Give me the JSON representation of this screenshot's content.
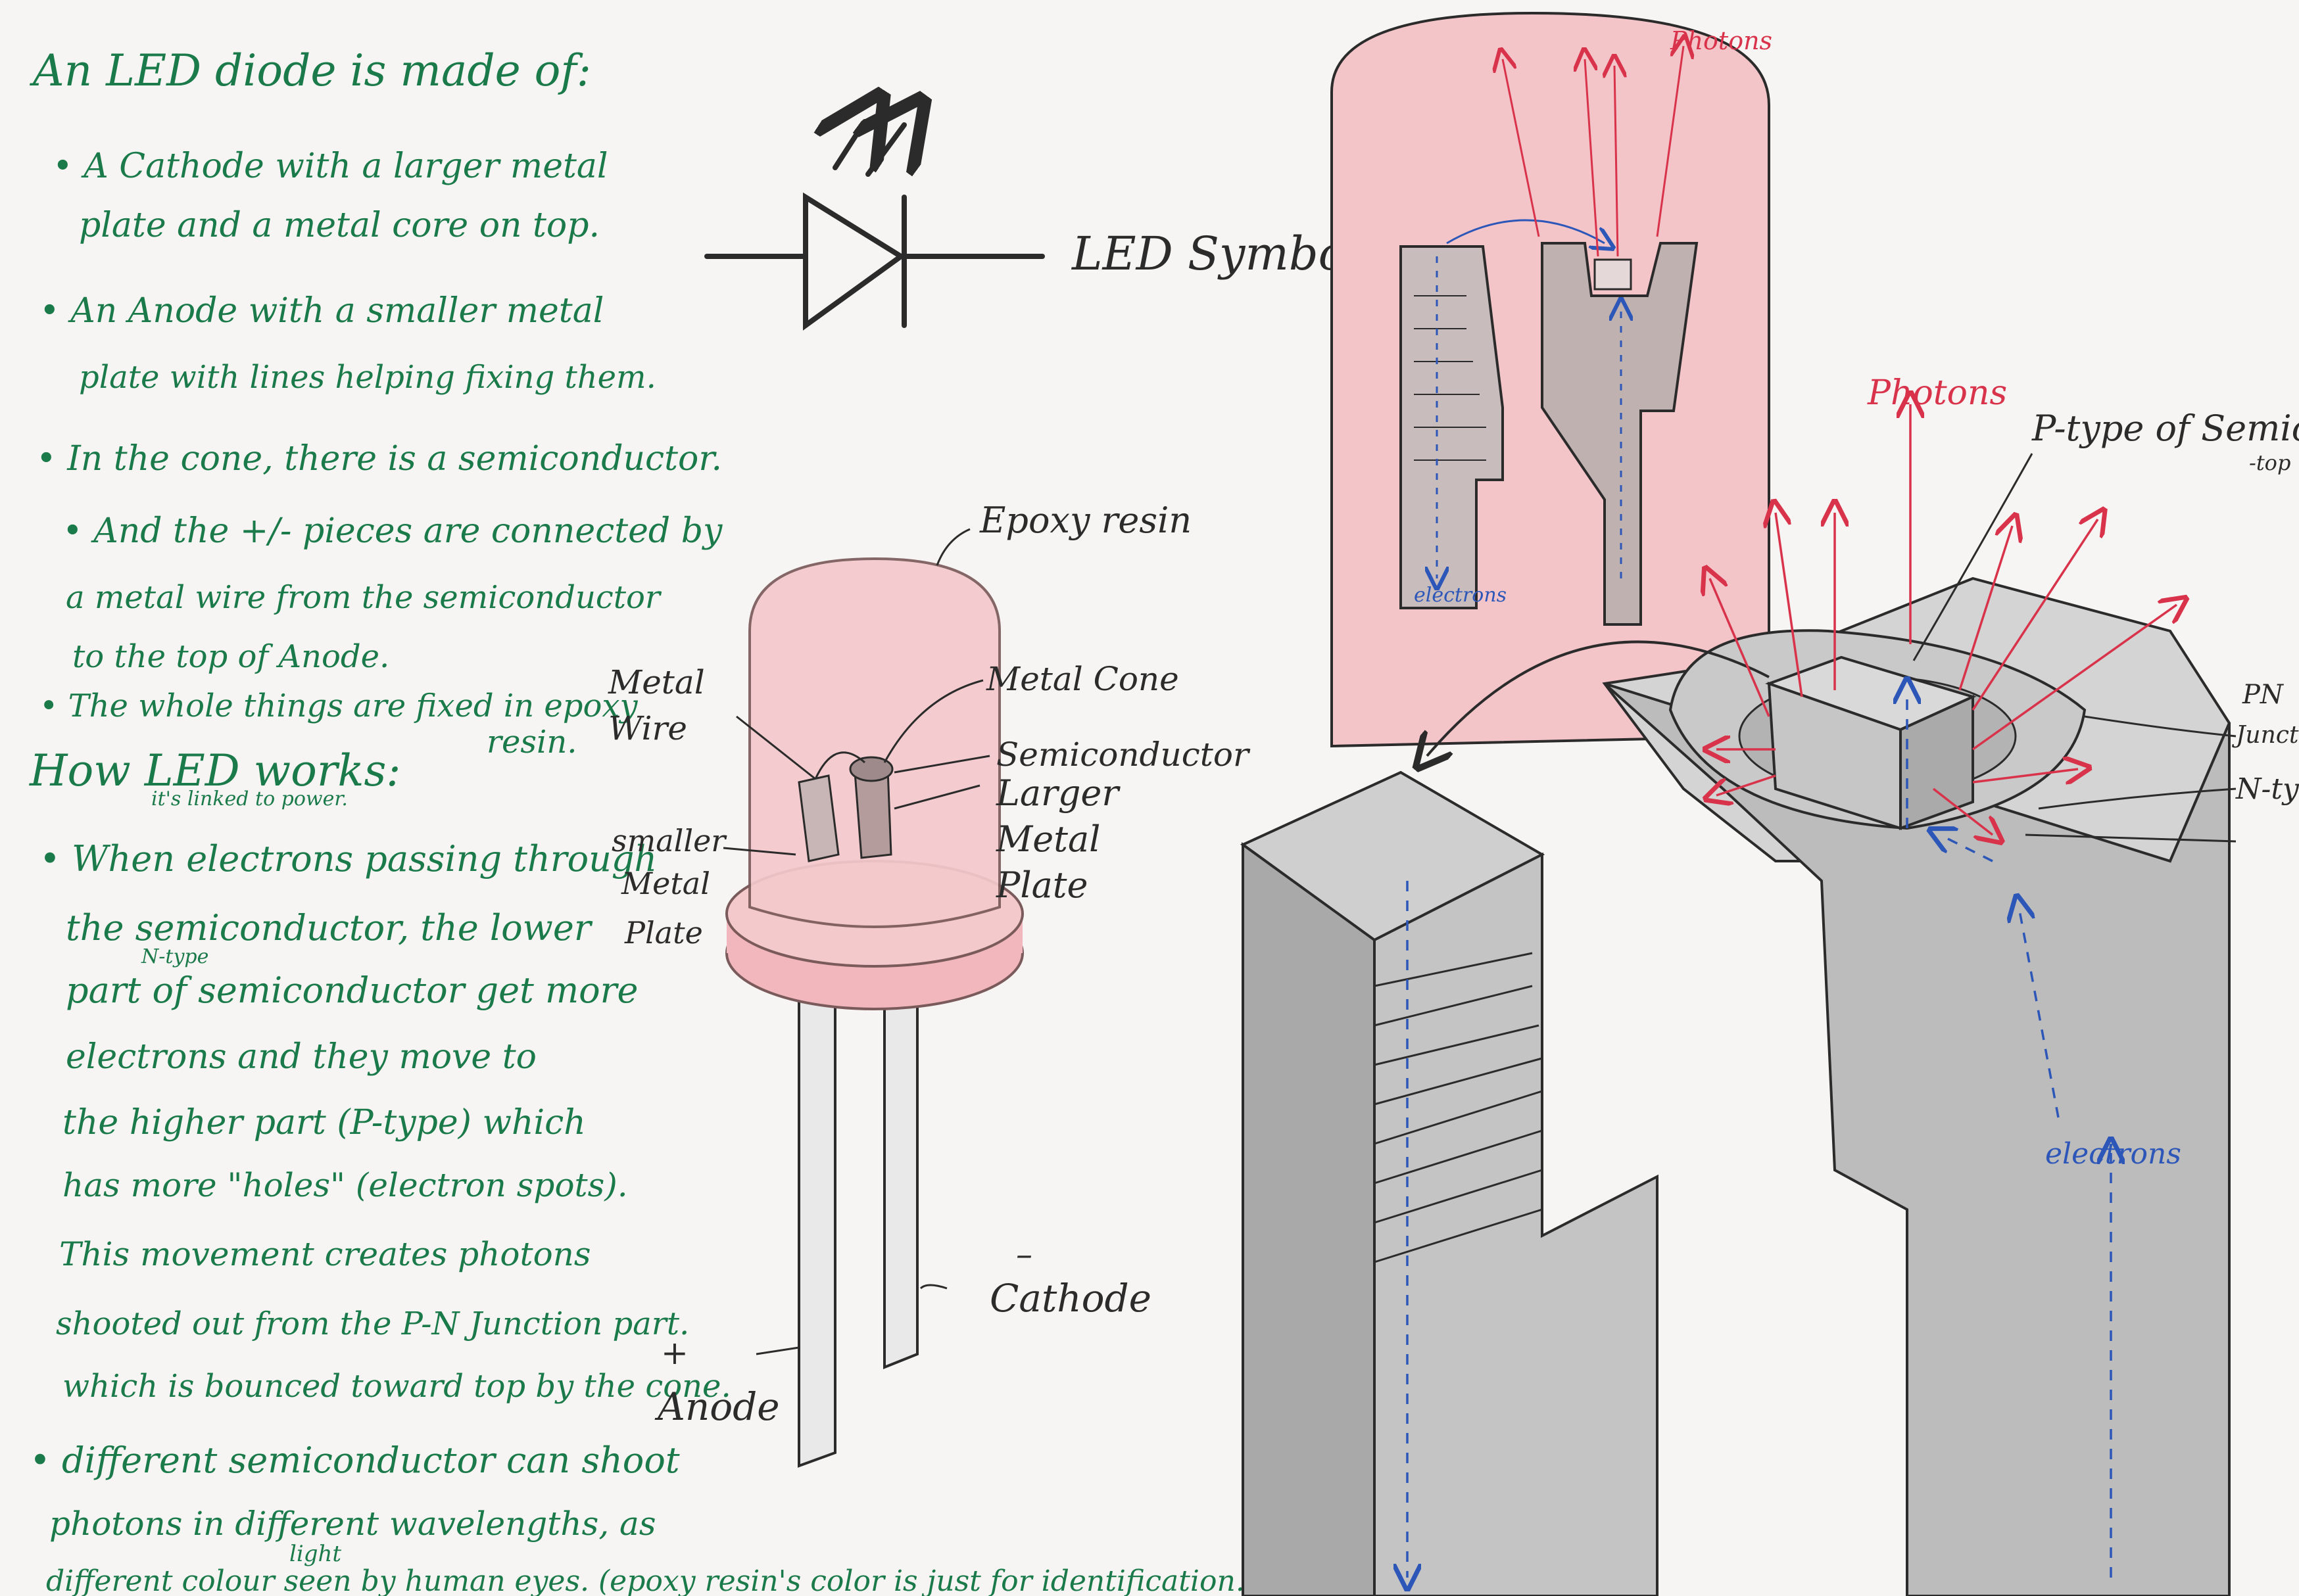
{
  "notes": {
    "title": "An LED diode is made of:",
    "lines": [
      "• A Cathode with a larger metal",
      "plate and a metal core on top.",
      "• An Anode with a smaller metal",
      "plate with lines helping fixing them.",
      "• In the cone, there is a semiconductor.",
      "• And the +/- pieces are connected by",
      "a metal wire from the semiconductor",
      "to the top of Anode.",
      "• The whole things are fixed in epoxy",
      "resin."
    ],
    "how_title": "How LED works:",
    "how_insert": "it's linked to power.",
    "how_lines": [
      "• When electrons passing through",
      "the semiconductor, the lower",
      "part of semiconductor get more",
      "electrons and they move to",
      "the higher part (P-type) which",
      "has more \"holes\" (electron spots).",
      "This movement creates photons",
      "shooted out from the P-N Junction part.",
      "which is bounced toward top by the cone.",
      "• different semiconductor can shoot",
      "photons in different wavelengths, as",
      "different colour seen by human eyes. (epoxy resin's color is just for identification.)"
    ],
    "ntype_insert": "N-type",
    "light_insert": "light"
  },
  "symbol": {
    "label": "LED Symbol"
  },
  "led_labels": {
    "epoxy": "Epoxy resin",
    "metal_wire_1": "Metal",
    "metal_wire_2": "Wire",
    "metal_cone": "Metal Cone",
    "semiconductor": "Semiconductor",
    "larger_1": "Larger",
    "larger_2": "Metal",
    "larger_3": "Plate",
    "smaller_1": "smaller",
    "smaller_2": "Metal",
    "smaller_3": "Plate",
    "cathode_sign": "–",
    "cathode": "Cathode",
    "anode_sign": "+",
    "anode": "Anode"
  },
  "closeup_labels": {
    "photons_top": "Photons",
    "electrons_small": "electrons",
    "photons_mid": "Photons",
    "ptype_1": "P-type of Semiconduc",
    "ptype_2": "-top",
    "pn_1": "PN",
    "pn_2": "Juncti",
    "ntype": "N-ty",
    "electrons_big": "electrons"
  },
  "colors": {
    "ink_green": "#1a7a4a",
    "pencil": "#2b2b2b",
    "red": "#d8334a",
    "blue": "#2c56b8",
    "epoxy_fill": "#f4c9cc",
    "metal_fill": "#bdbdbd"
  }
}
